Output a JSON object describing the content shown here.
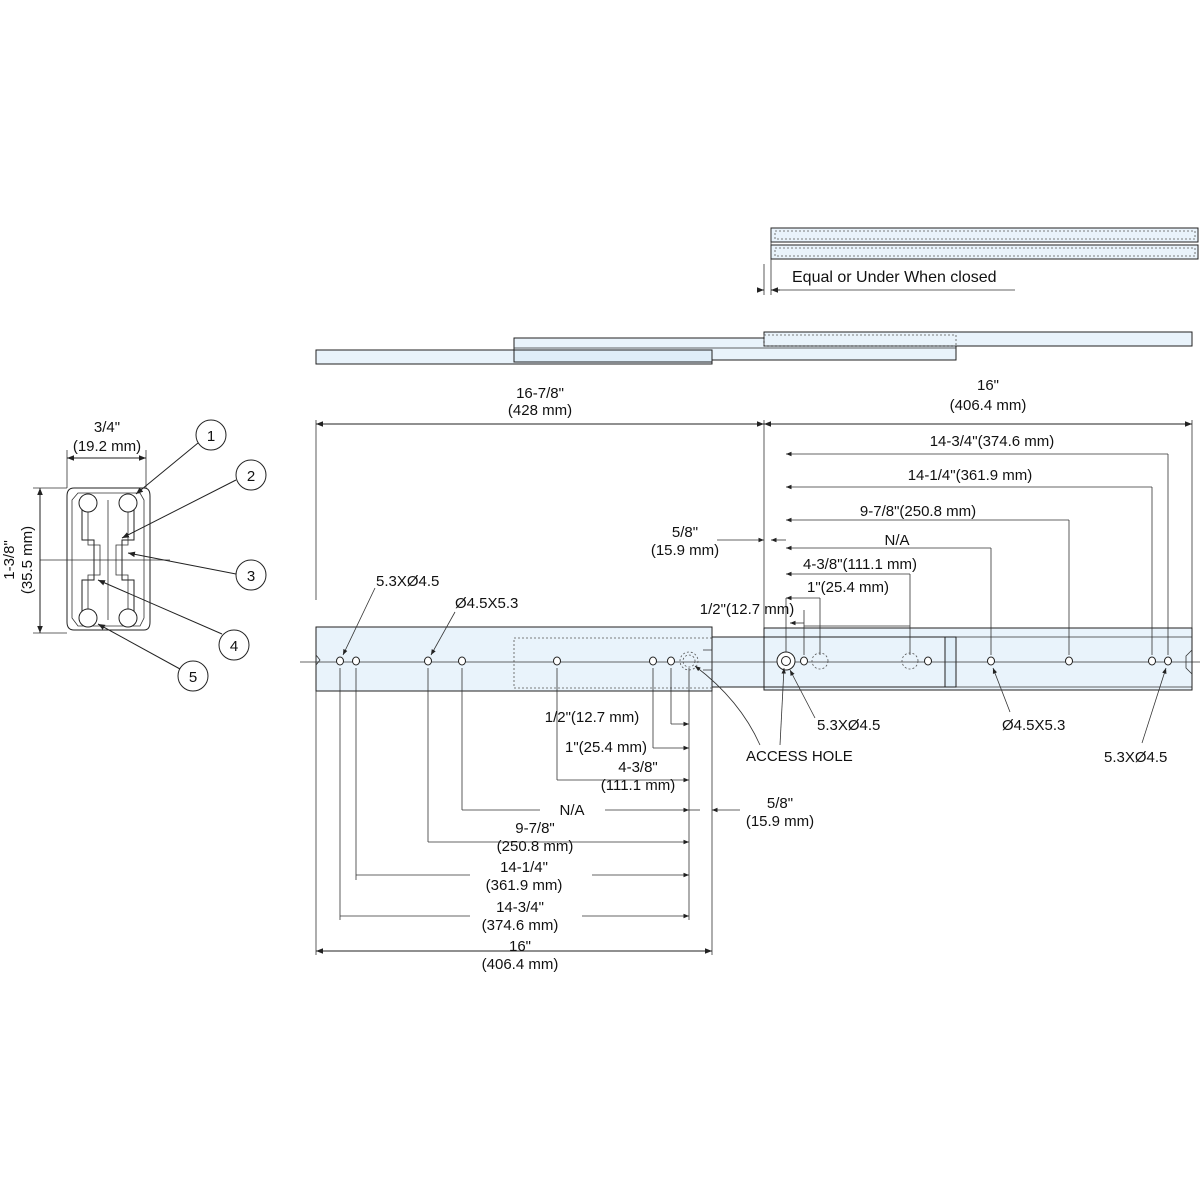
{
  "closed_note": "Equal or Under When closed",
  "cross_section": {
    "width_in": "3/4\"",
    "width_mm": "(19.2 mm)",
    "height_in": "1-3/8\"",
    "height_mm": "(35.5 mm)",
    "callouts": [
      "1",
      "2",
      "3",
      "4",
      "5"
    ]
  },
  "top_dims": {
    "extended_in": "16-7/8\"",
    "extended_mm": "(428 mm)",
    "length_in": "16\"",
    "length_mm": "(406.4 mm)",
    "d1": "14-3/4\"(374.6 mm)",
    "d2": "14-1/4\"(361.9 mm)",
    "d3": "9-7/8\"(250.8 mm)",
    "d4": "N/A",
    "d5": "4-3/8\"(111.1 mm)",
    "d6": "1\"(25.4 mm)",
    "d7": "1/2\"(12.7 mm)",
    "offset_in": "5/8\"",
    "offset_mm": "(15.9 mm)"
  },
  "hole_labels": {
    "left_a": "5.3XØ4.5",
    "left_b": "Ø4.5X5.3",
    "mid_a": "5.3XØ4.5",
    "access": "ACCESS HOLE",
    "right_b": "Ø4.5X5.3",
    "right_a": "5.3XØ4.5"
  },
  "bottom_dims": {
    "b1": "1/2\"(12.7 mm)",
    "b2": "1\"(25.4 mm)",
    "b3_in": "4-3/8\"",
    "b3_mm": "(111.1 mm)",
    "b4": "N/A",
    "b5_in": "9-7/8\"",
    "b5_mm": "(250.8 mm)",
    "b6_in": "14-1/4\"",
    "b6_mm": "(361.9 mm)",
    "b7_in": "14-3/4\"",
    "b7_mm": "(374.6 mm)",
    "b8_in": "16\"",
    "b8_mm": "(406.4 mm)",
    "offset_in": "5/8\"",
    "offset_mm": "(15.9 mm)"
  }
}
